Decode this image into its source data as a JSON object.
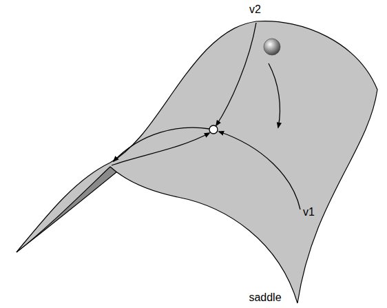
{
  "diagram": {
    "caption": "saddle",
    "labels": [
      "v2",
      "v1"
    ]
  }
}
